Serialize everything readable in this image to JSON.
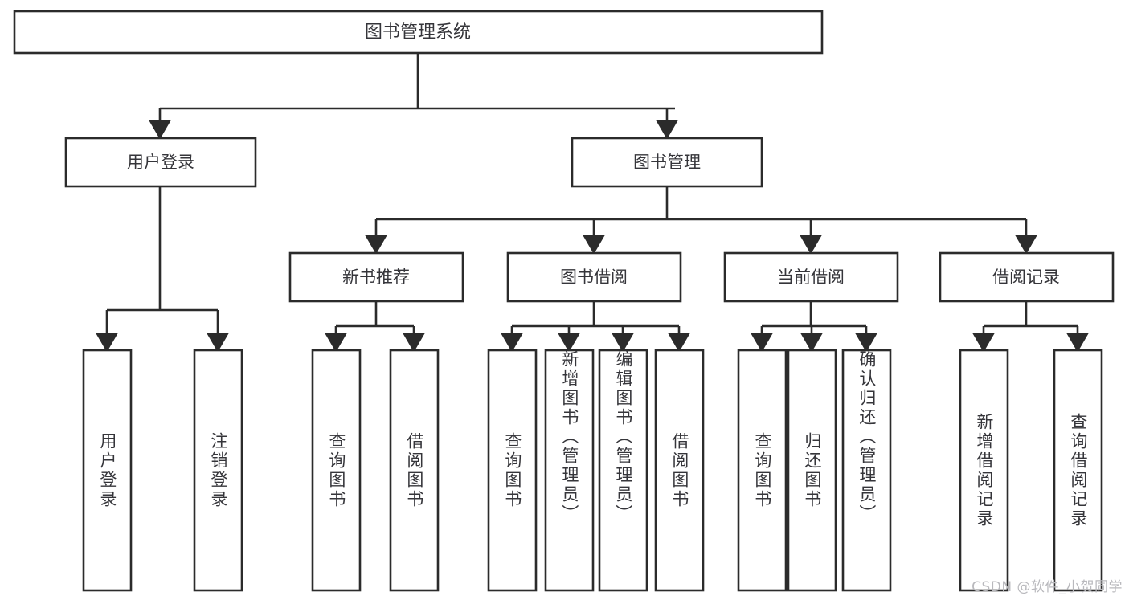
{
  "diagram": {
    "type": "tree",
    "title": "图书管理系统",
    "watermark": "CSDN @软件_小贺同学",
    "colors": {
      "background": "#ffffff",
      "box_stroke": "#2b2b2b",
      "box_fill": "#ffffff",
      "text": "#35353a",
      "watermark": "#b9b9bd"
    },
    "root": {
      "label": "图书管理系统",
      "children": [
        {
          "label": "用户登录",
          "children": [
            {
              "label": "用户登录"
            },
            {
              "label": "注销登录"
            }
          ]
        },
        {
          "label": "图书管理",
          "children": [
            {
              "label": "新书推荐",
              "children": [
                {
                  "label": "查询图书"
                },
                {
                  "label": "借阅图书"
                }
              ]
            },
            {
              "label": "图书借阅",
              "children": [
                {
                  "label": "查询图书"
                },
                {
                  "label": "新增图书（管理员）"
                },
                {
                  "label": "编辑图书（管理员）"
                },
                {
                  "label": "借阅图书"
                }
              ]
            },
            {
              "label": "当前借阅",
              "children": [
                {
                  "label": "查询图书"
                },
                {
                  "label": "归还图书"
                },
                {
                  "label": "确认归还（管理员）"
                }
              ]
            },
            {
              "label": "借阅记录",
              "children": [
                {
                  "label": "新增借阅记录"
                },
                {
                  "label": "查询借阅记录"
                }
              ]
            }
          ]
        }
      ]
    },
    "nodes": {
      "root_title": "图书管理系统",
      "l1_user_login": "用户登录",
      "l1_book_mgmt": "图书管理",
      "l2_new_book_rec": "新书推荐",
      "l2_book_borrow": "图书借阅",
      "l2_current_borrow": "当前借阅",
      "l2_borrow_record": "借阅记录",
      "leaf_user_login": "用户登录",
      "leaf_logout": "注销登录",
      "leaf_query_book_a": "查询图书",
      "leaf_borrow_book_a": "借阅图书",
      "leaf_query_book_b": "查询图书",
      "leaf_add_book": "新增图书（管理员）",
      "leaf_edit_book": "编辑图书（管理员）",
      "leaf_borrow_book_b": "借阅图书",
      "leaf_query_book_c": "查询图书",
      "leaf_return_book": "归还图书",
      "leaf_confirm_return": "确认归还（管理员）",
      "leaf_add_record": "新增借阅记录",
      "leaf_query_record": "查询借阅记录"
    }
  }
}
